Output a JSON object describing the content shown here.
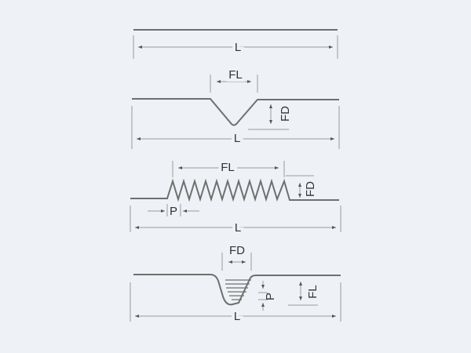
{
  "colors": {
    "background": "#eef1f5",
    "profile": "#6f6f6f",
    "dimension": "#9a9a9a"
  },
  "panels": [
    {
      "name": "plain-tube",
      "labels": {
        "L": "L"
      }
    },
    {
      "name": "v-notch",
      "labels": {
        "FL": "FL",
        "FD": "FD",
        "L": "L"
      }
    },
    {
      "name": "zigzag-flute",
      "labels": {
        "FL": "FL",
        "FD": "FD",
        "P": "P",
        "L": "L"
      }
    },
    {
      "name": "stepped-groove",
      "labels": {
        "FD": "FD",
        "P": "P",
        "FL": "FL",
        "L": "L"
      }
    }
  ]
}
